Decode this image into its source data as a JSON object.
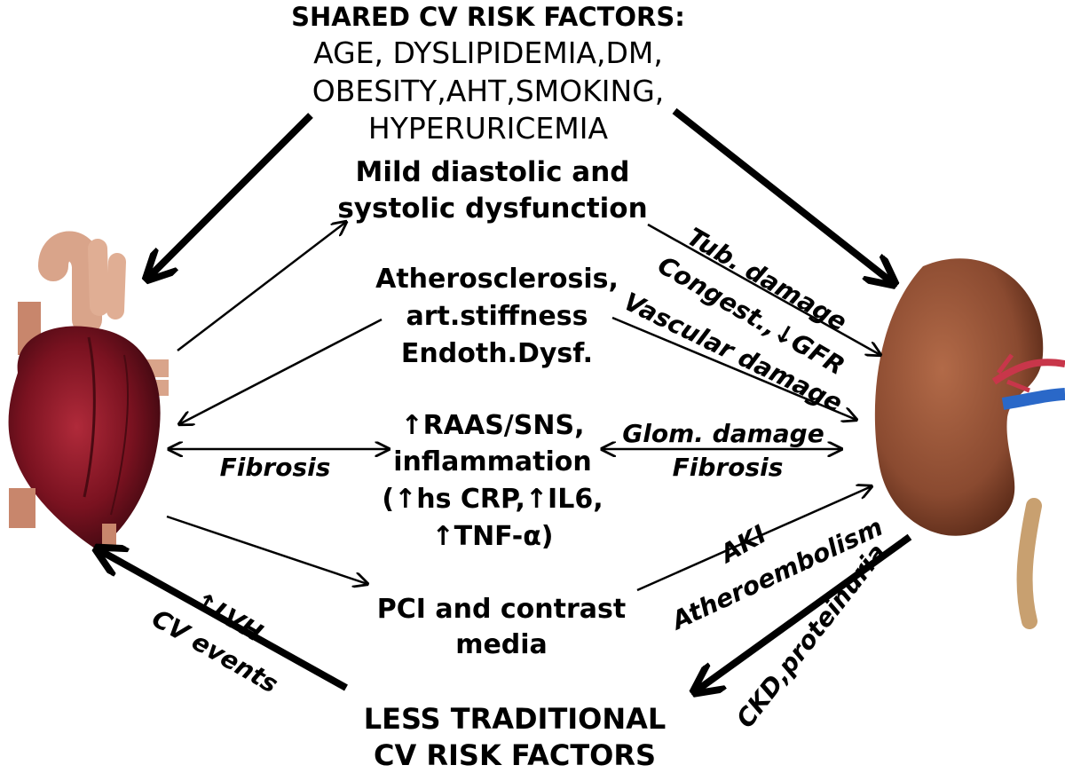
{
  "top": {
    "title": "SHARED CV RISK FACTORS:",
    "line1": "AGE, DYSLIPIDEMIA,DM,",
    "line2": "OBESITY,AHT,SMOKING,",
    "line3": "HYPERURICEMIA"
  },
  "bottom": {
    "line1": "LESS TRADITIONAL",
    "line2": "CV RISK FACTORS"
  },
  "center": {
    "dysfunction_1": "Mild diastolic and",
    "dysfunction_2": "systolic dysfunction",
    "athero_1": "Atherosclerosis,",
    "athero_2": "art.stiffness",
    "athero_3": "Endoth.Dysf.",
    "raas_1": "↑RAAS/SNS,",
    "raas_2": "inflammation",
    "raas_3": "(↑hs CRP,↑IL6,",
    "raas_4": "↑TNF-α)",
    "pci_1": "PCI and contrast",
    "pci_2": "media"
  },
  "arrow_labels": {
    "fibrosis_left": "Fibrosis",
    "glom_damage": "Glom. damage",
    "fibrosis_right": "Fibrosis",
    "tub_damage": "Tub. damage",
    "congest": "Congest.,↓GFR",
    "vascular_damage": "Vascular damage",
    "aki": "AKI",
    "atheroembolism": "Atheroembolism",
    "lvh": "↑LVH",
    "cv_events": "CV events",
    "ckd": "CKD,proteinuria"
  },
  "colors": {
    "heart": "#7a1220",
    "heart_vessels": "#d9a48a",
    "kidney": "#8a4a30",
    "renal_artery": "#c8364a",
    "renal_vein": "#2a68c8",
    "ureter": "#c8a070"
  }
}
